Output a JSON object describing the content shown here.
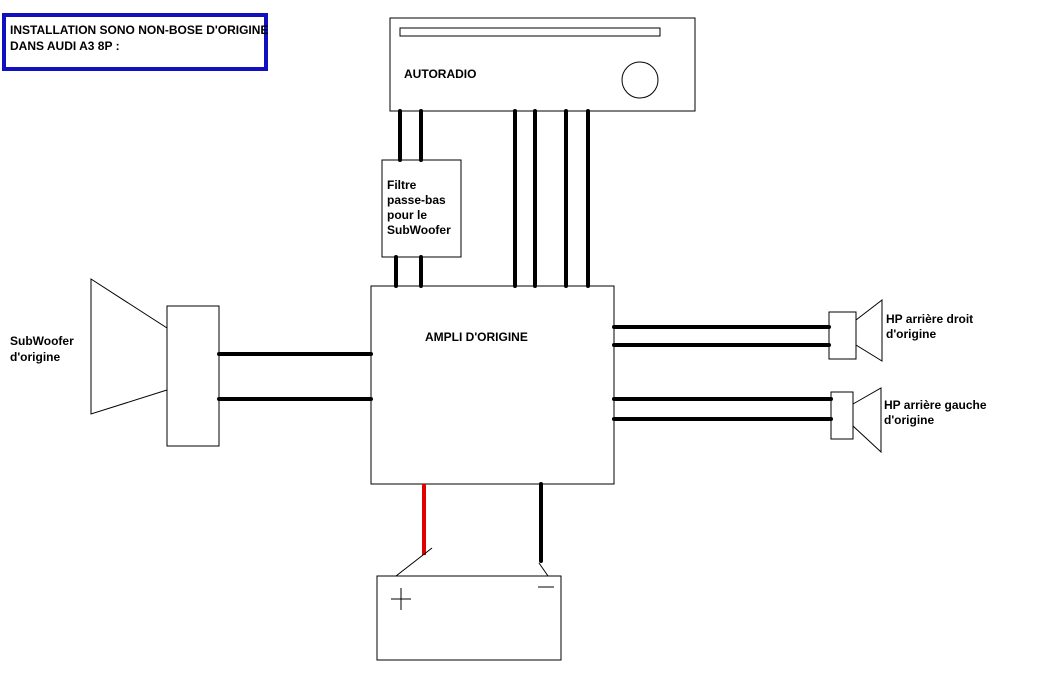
{
  "title": {
    "line1": "INSTALLATION SONO NON-BOSE D'ORIGINE",
    "line2": "DANS AUDI A3 8P :",
    "border_color": "#1010c0"
  },
  "autoradio": {
    "label": "AUTORADIO"
  },
  "filter": {
    "line1": "Filtre",
    "line2": "passe-bas",
    "line3": "pour le",
    "line4": "SubWoofer"
  },
  "ampli": {
    "label": "AMPLI D'ORIGINE"
  },
  "subwoofer": {
    "line1": "SubWoofer",
    "line2": "d'origine"
  },
  "hp_right": {
    "line1": "HP arrière droit",
    "line2": "d'origine"
  },
  "hp_left": {
    "line1": "HP arrière gauche",
    "line2": "d'origine"
  },
  "battery": {
    "plus": "+",
    "minus": "−",
    "positive_wire_color": "#e00000"
  }
}
